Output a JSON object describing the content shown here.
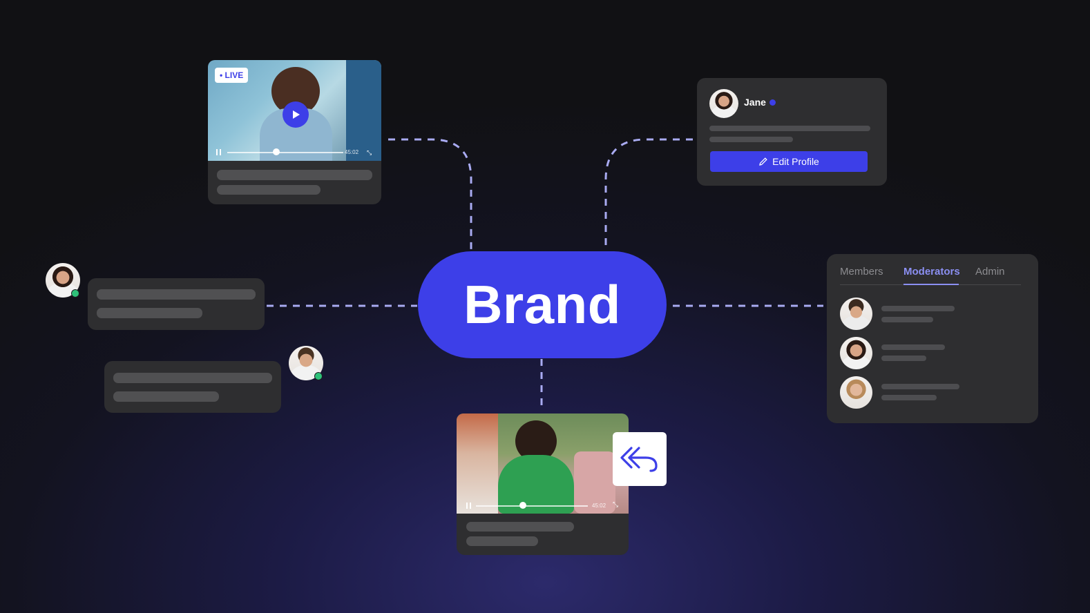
{
  "brand": {
    "label": "Brand"
  },
  "live_video": {
    "badge": "• LIVE",
    "timecode": "45:02",
    "progress": 0.42
  },
  "shared_video": {
    "timecode": "45:02",
    "progress": 0.42
  },
  "profile_card": {
    "name": "Jane",
    "edit_button": "Edit Profile"
  },
  "members_panel": {
    "tabs": [
      {
        "label": "Members",
        "active": false
      },
      {
        "label": "Moderators",
        "active": true
      },
      {
        "label": "Admin",
        "active": false
      }
    ]
  },
  "icons": [
    "play-icon",
    "pause-icon",
    "fullscreen-icon",
    "pencil-icon",
    "verified-icon",
    "reply-all-icon"
  ],
  "colors": {
    "accent": "#3d3fe8",
    "tab_active": "#8b8ff2",
    "connector": "#a9abf2",
    "online": "#2fc27a"
  }
}
